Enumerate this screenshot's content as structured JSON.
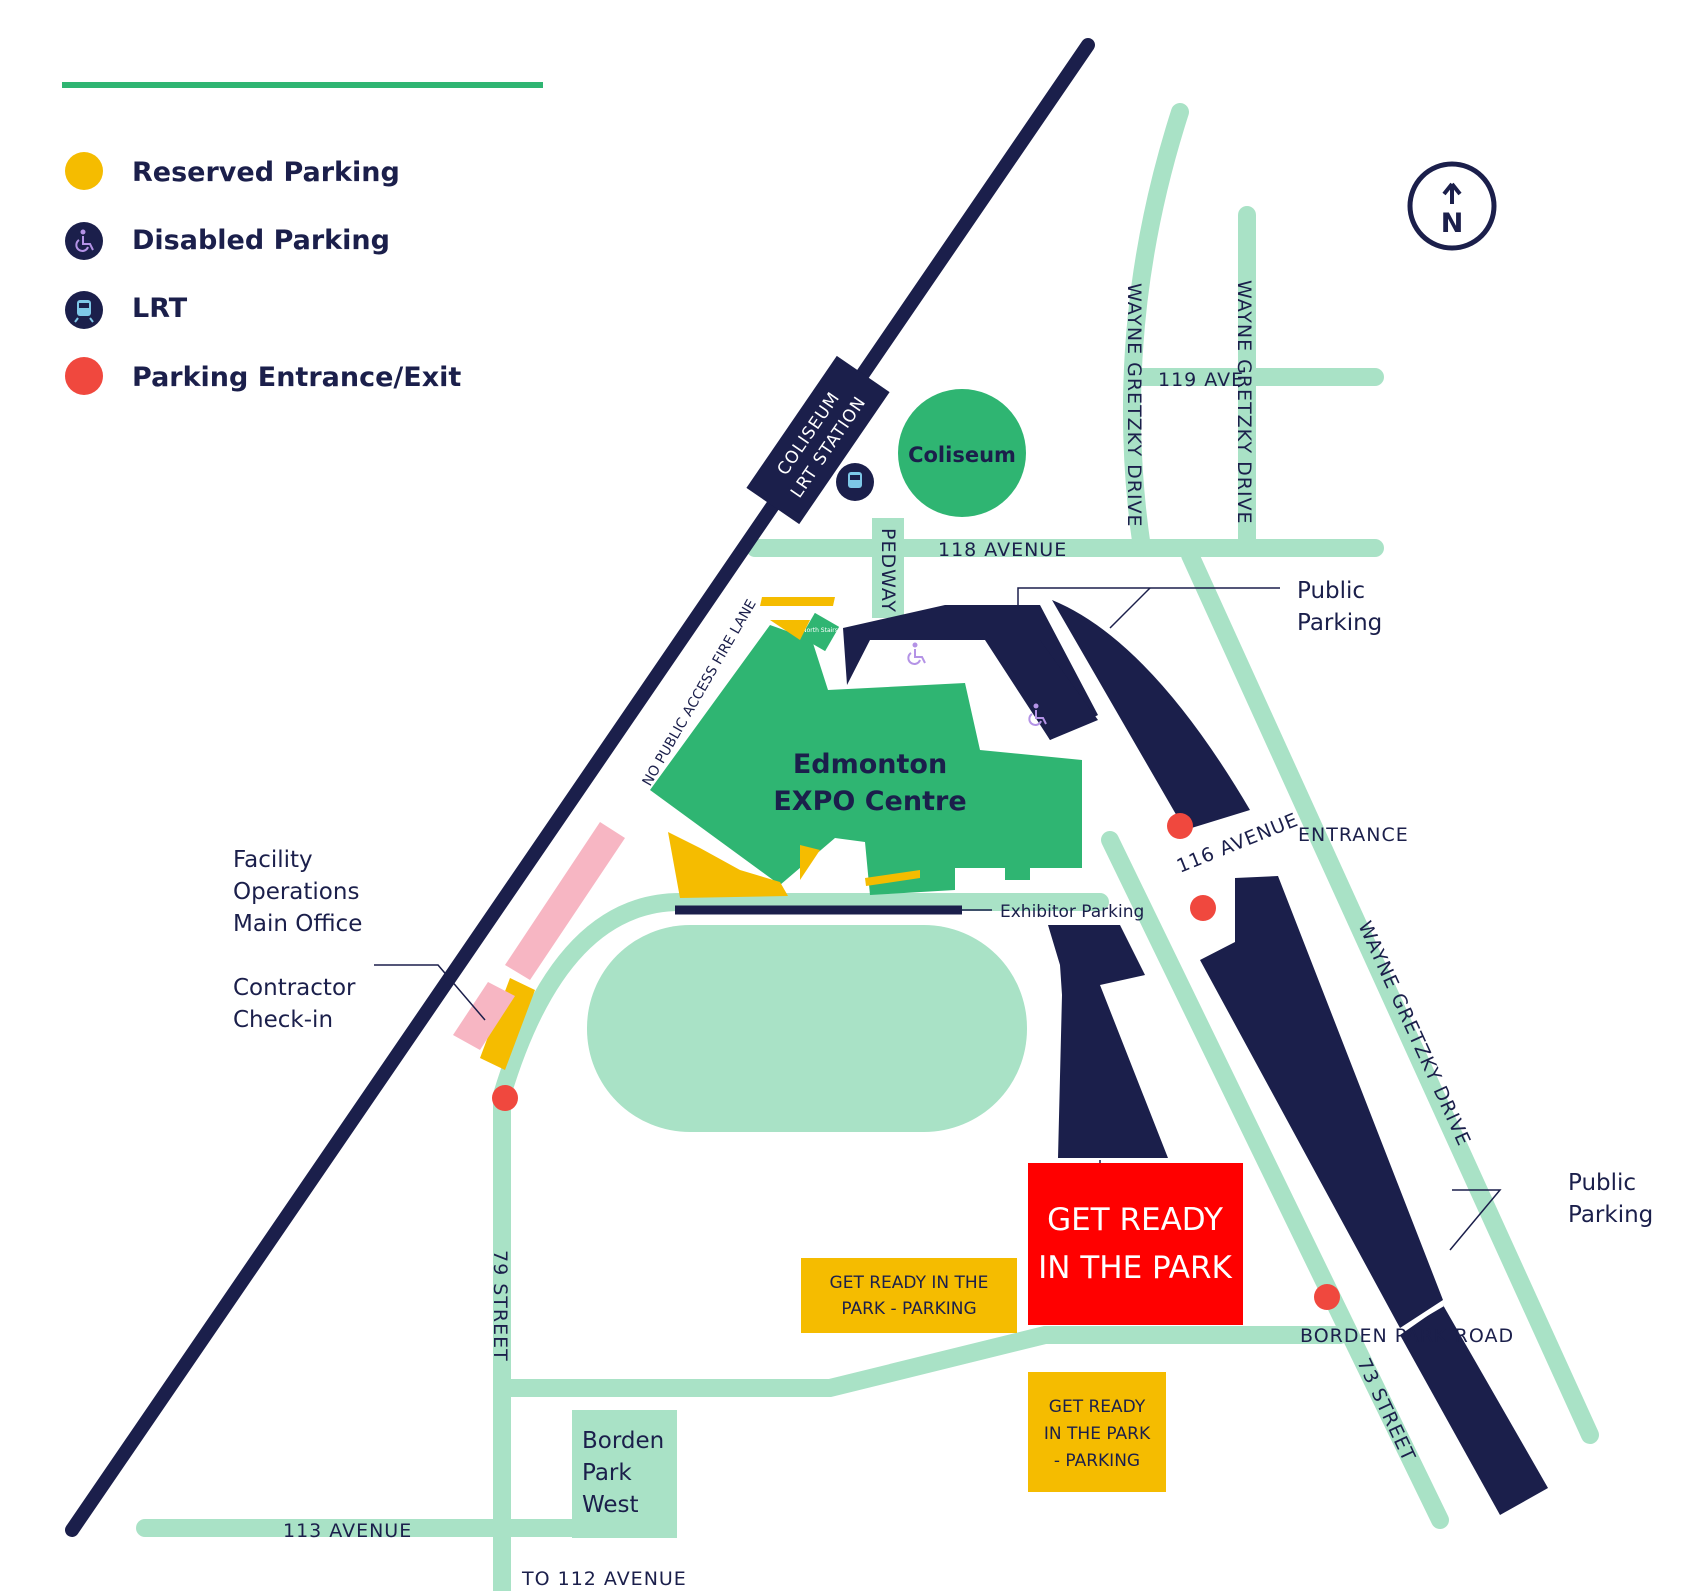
{
  "legend": {
    "items": [
      {
        "label": "Reserved Parking",
        "icon": "reserved-parking-dot",
        "color": "#f5bc00"
      },
      {
        "label": "Disabled Parking",
        "icon": "wheelchair-icon",
        "color": "#1b1f4b"
      },
      {
        "label": "LRT",
        "icon": "train-icon",
        "color": "#1b1f4b"
      },
      {
        "label": "Parking Entrance/Exit",
        "icon": "entrance-exit-dot",
        "color": "#f0483e"
      }
    ]
  },
  "compass": {
    "letter": "N",
    "icon": "north-arrow-icon"
  },
  "station": {
    "line1": "COLISEUM",
    "line2": "LRT STATION"
  },
  "places": {
    "coliseum": "Coliseum",
    "expo_line1": "Edmonton",
    "expo_line2": "EXPO Centre",
    "north_stairs": "North Stairs",
    "facility_line1": "Facility",
    "facility_line2": "Operations",
    "facility_line3": "Main Office",
    "contractor_line1": "Contractor",
    "contractor_line2": "Check-in",
    "public_parking_top_line1": "Public",
    "public_parking_top_line2": "Parking",
    "public_parking_right_line1": "Public",
    "public_parking_right_line2": "Parking",
    "exhibitor_parking": "Exhibitor Parking",
    "entrance": "ENTRANCE",
    "borden_line1": "Borden",
    "borden_line2": "Park",
    "borden_line3": "West",
    "fire_lane": "NO PUBLIC ACCESS FIRE LANE"
  },
  "roads": {
    "ave_118": "118 AVENUE",
    "ave_119": "119 AVE",
    "ave_116": "116 AVENUE",
    "ave_113": "113 AVENUE",
    "to_112": "TO 112 AVENUE",
    "pedway": "PEDWAY",
    "wayne_1": "WAYNE GRETZKY DRIVE",
    "wayne_2": "WAYNE GRETZKY DRIVE",
    "wayne_3": "WAYNE GRETZKY DRIVE",
    "street_79": "79 STREET",
    "street_73": "73 STREET",
    "borden_park_road": "BORDEN PARK ROAD"
  },
  "event": {
    "main_line1": "GET READY",
    "main_line2": "IN THE PARK",
    "parking_left_line1": "GET READY IN THE",
    "parking_left_line2": "PARK - PARKING",
    "parking_bottom_line1": "GET READY",
    "parking_bottom_line2": "IN THE PARK",
    "parking_bottom_line3": "- PARKING"
  },
  "colors": {
    "navy": "#1b1f4b",
    "road": "#a9e2c6",
    "green": "#2fb572",
    "reserved": "#f5bc00",
    "pink": "#f7b6c3",
    "entrance": "#f0483e",
    "event_red": "#ff0000",
    "legend_line": "#2fb572"
  }
}
